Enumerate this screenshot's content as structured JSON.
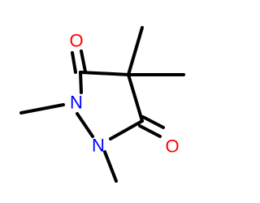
{
  "molecule": {
    "atoms": {
      "o_top": {
        "symbol": "O",
        "color": "#ff0000"
      },
      "o_right": {
        "symbol": "O",
        "color": "#ff0000"
      },
      "n_left": {
        "symbol": "N",
        "color": "#0000ff"
      },
      "n_bottom": {
        "symbol": "N",
        "color": "#0000ff"
      }
    },
    "bond_color": "#000000"
  }
}
